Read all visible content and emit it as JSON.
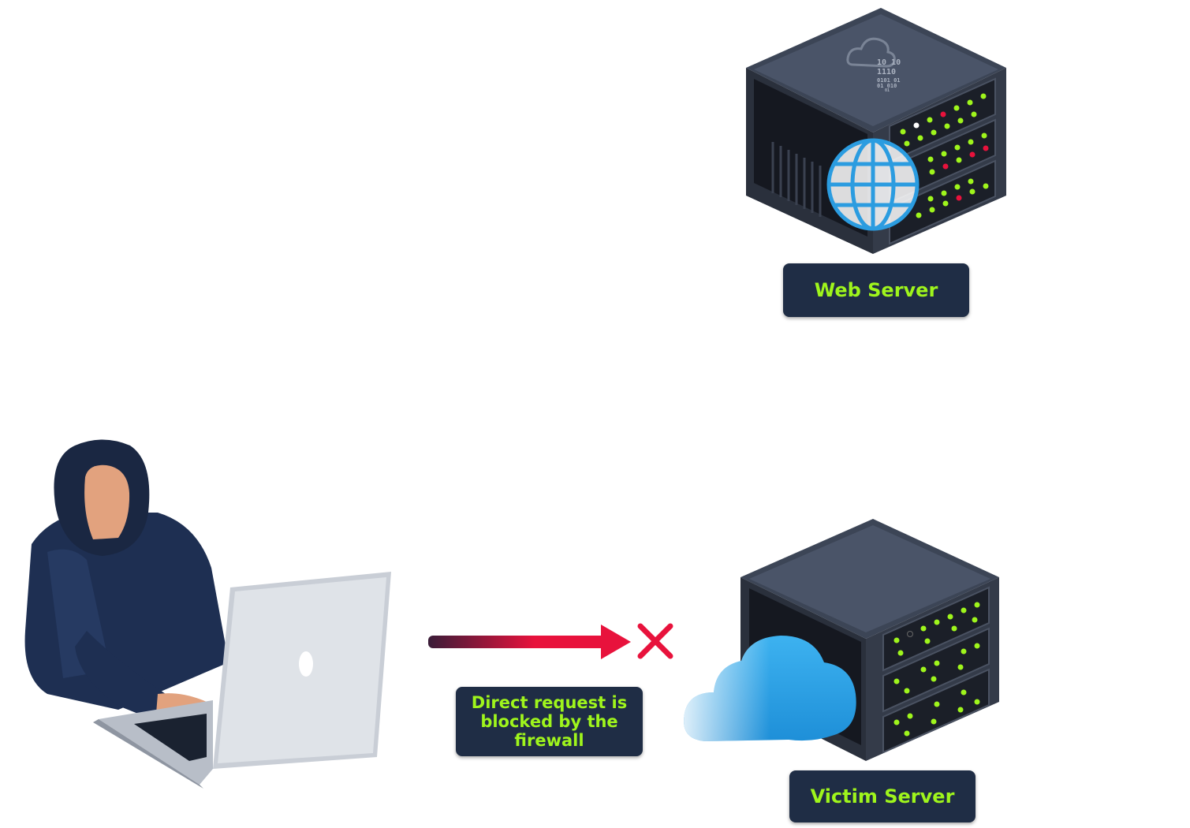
{
  "labels": {
    "web_server": "Web Server",
    "victim_server": "Victim Server",
    "blocked": "Direct request is blocked by the firewall"
  },
  "web_server_panel_text": [
    "10  10",
    "1110",
    "0101  01",
    "01   010",
    "01"
  ],
  "colors": {
    "label_bg": "#1f2d45",
    "label_text": "#9ff51c",
    "arrow": "#e8123c",
    "block_x": "#e8123c",
    "led_green": "#9ff51c",
    "led_red": "#e8123c",
    "server_body": "#2b3240",
    "hoodie": "#1e2f52",
    "laptop": "#c9ced6",
    "cloud": "#2aa3e6"
  },
  "icons": {
    "attacker": "hacker-with-laptop-icon",
    "web_server": "web-server-rack-icon",
    "globe": "globe-icon",
    "victim_server": "victim-server-rack-icon",
    "cloud": "cloud-icon",
    "arrow": "arrow-right-icon",
    "blocked": "x-mark-icon"
  }
}
